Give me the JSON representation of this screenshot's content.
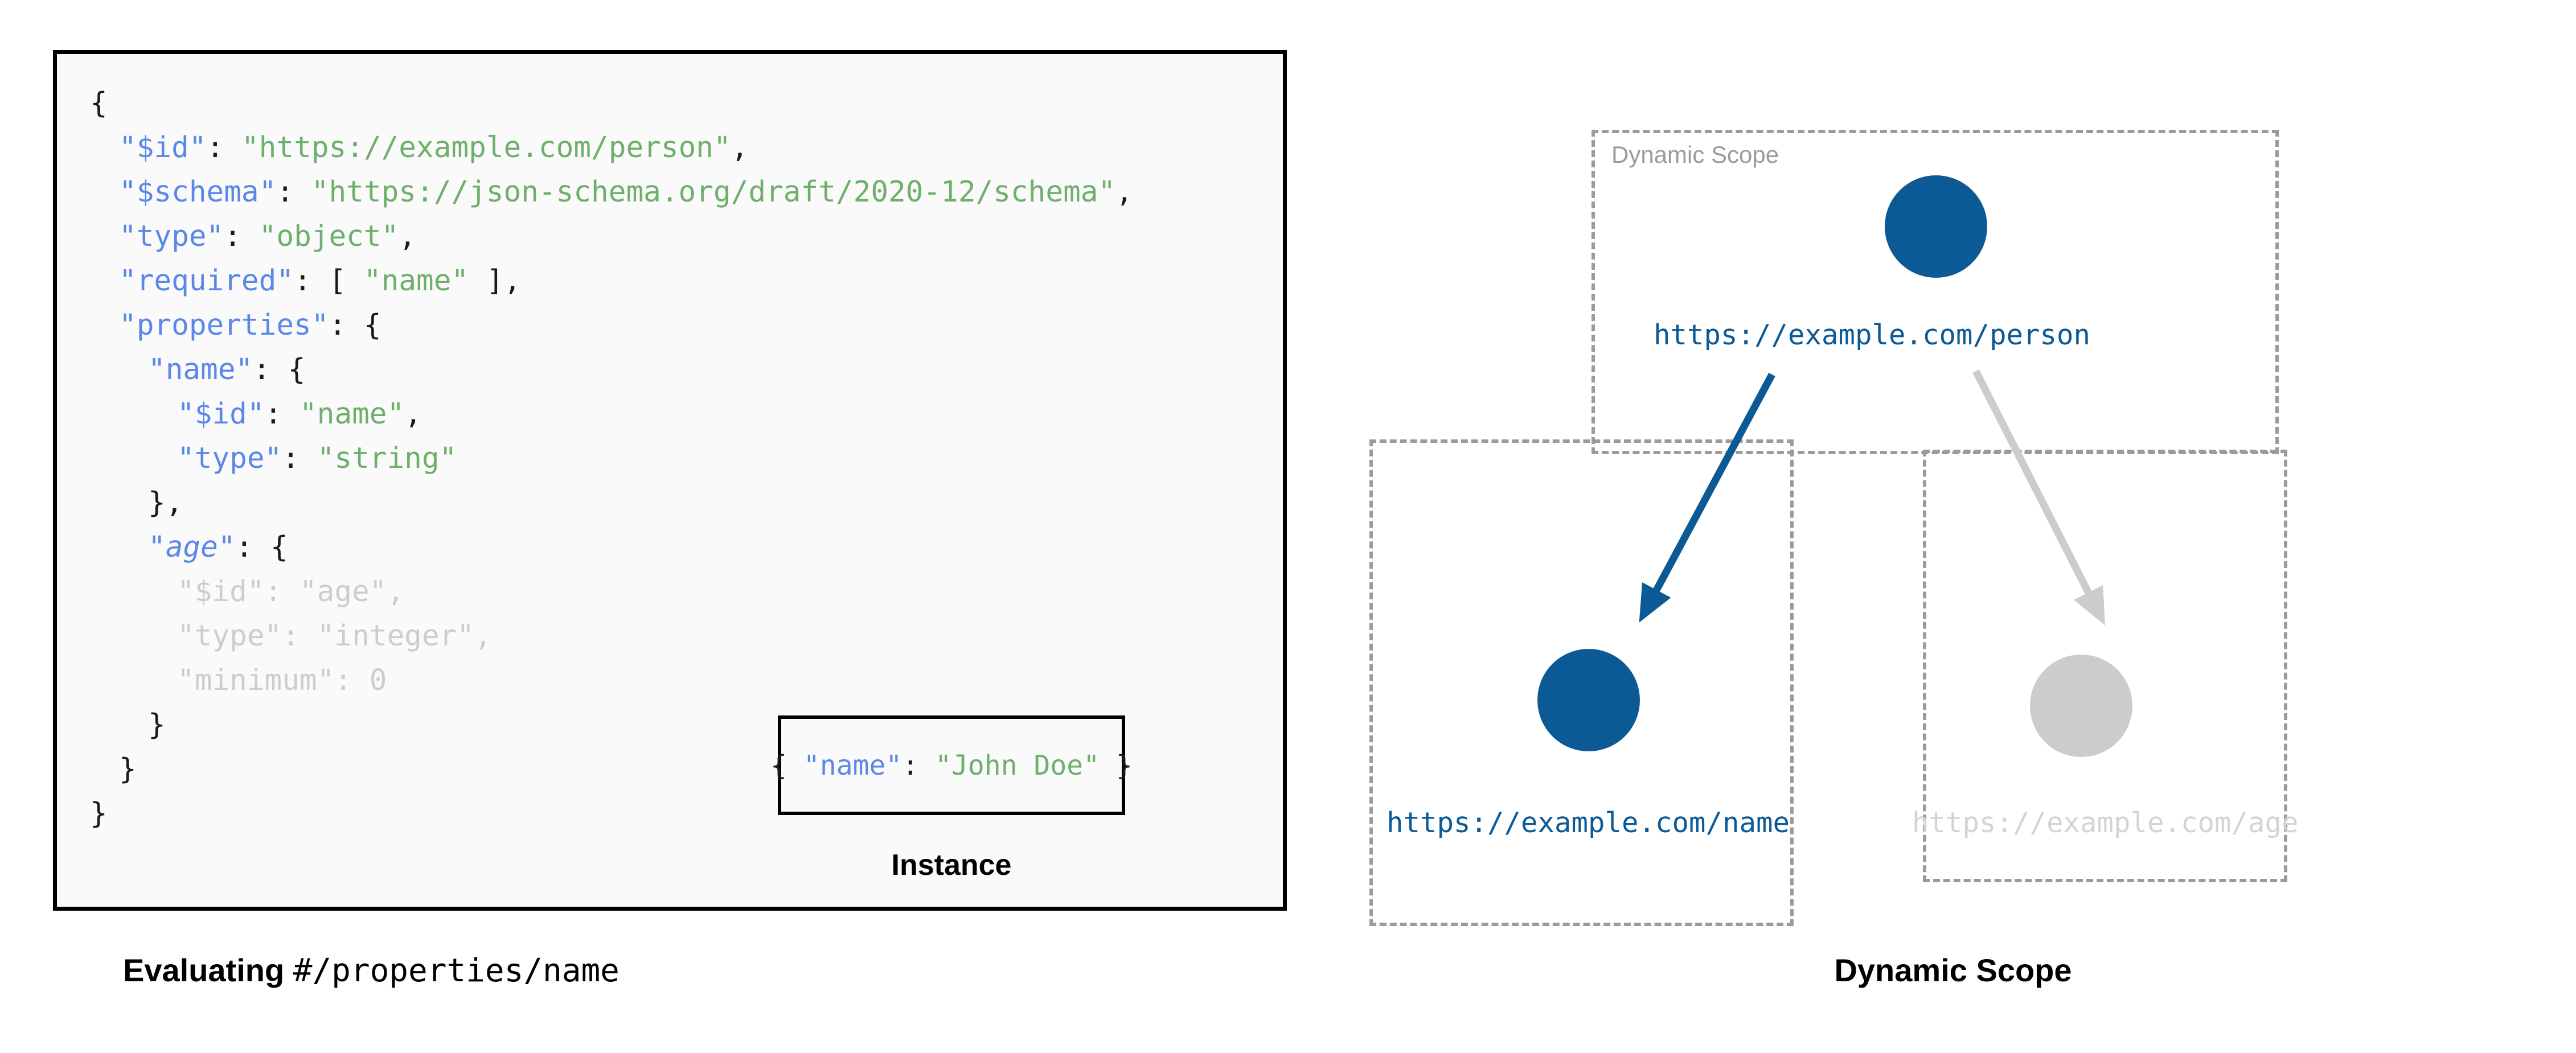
{
  "left": {
    "panel_name": "json-schema-code-panel",
    "code_lines": [
      {
        "indent": 0,
        "tokens": [
          {
            "t": "{",
            "c": "p"
          }
        ]
      },
      {
        "indent": 1,
        "tokens": [
          {
            "t": "\"$id\"",
            "c": "k"
          },
          {
            "t": ": ",
            "c": "p"
          },
          {
            "t": "\"https://example.com/person\"",
            "c": "s"
          },
          {
            "t": ",",
            "c": "p"
          }
        ]
      },
      {
        "indent": 1,
        "tokens": [
          {
            "t": "\"$schema\"",
            "c": "k"
          },
          {
            "t": ": ",
            "c": "p"
          },
          {
            "t": "\"https://json-schema.org/draft/2020-12/schema\"",
            "c": "s"
          },
          {
            "t": ",",
            "c": "p"
          }
        ]
      },
      {
        "indent": 1,
        "tokens": [
          {
            "t": "\"type\"",
            "c": "k"
          },
          {
            "t": ": ",
            "c": "p"
          },
          {
            "t": "\"object\"",
            "c": "s"
          },
          {
            "t": ",",
            "c": "p"
          }
        ]
      },
      {
        "indent": 1,
        "tokens": [
          {
            "t": "\"required\"",
            "c": "k"
          },
          {
            "t": ": [ ",
            "c": "p"
          },
          {
            "t": "\"name\"",
            "c": "s"
          },
          {
            "t": " ],",
            "c": "p"
          }
        ]
      },
      {
        "indent": 1,
        "tokens": [
          {
            "t": "\"properties\"",
            "c": "k"
          },
          {
            "t": ": {",
            "c": "p"
          }
        ]
      },
      {
        "indent": 2,
        "tokens": [
          {
            "t": "\"name\"",
            "c": "k"
          },
          {
            "t": ": {",
            "c": "p"
          }
        ]
      },
      {
        "indent": 3,
        "tokens": [
          {
            "t": "\"$id\"",
            "c": "k"
          },
          {
            "t": ": ",
            "c": "p"
          },
          {
            "t": "\"name\"",
            "c": "s"
          },
          {
            "t": ",",
            "c": "p"
          }
        ]
      },
      {
        "indent": 3,
        "tokens": [
          {
            "t": "\"type\"",
            "c": "k"
          },
          {
            "t": ": ",
            "c": "p"
          },
          {
            "t": "\"string\"",
            "c": "s"
          }
        ]
      },
      {
        "indent": 2,
        "tokens": [
          {
            "t": "},",
            "c": "p"
          }
        ]
      },
      {
        "indent": 2,
        "tokens": [
          {
            "t": "\"age\"",
            "c": "k-i"
          },
          {
            "t": ": {",
            "c": "p"
          }
        ]
      },
      {
        "indent": 3,
        "tokens": [
          {
            "t": "\"$id\"",
            "c": "dim-k"
          },
          {
            "t": ": ",
            "c": "dim"
          },
          {
            "t": "\"age\"",
            "c": "dim-s"
          },
          {
            "t": ",",
            "c": "dim"
          }
        ]
      },
      {
        "indent": 3,
        "tokens": [
          {
            "t": "\"type\"",
            "c": "dim-k"
          },
          {
            "t": ": ",
            "c": "dim"
          },
          {
            "t": "\"integer\"",
            "c": "dim-s"
          },
          {
            "t": ",",
            "c": "dim"
          }
        ]
      },
      {
        "indent": 3,
        "tokens": [
          {
            "t": "\"minimum\"",
            "c": "dim-k"
          },
          {
            "t": ": ",
            "c": "dim"
          },
          {
            "t": "0",
            "c": "dim-s"
          }
        ]
      },
      {
        "indent": 2,
        "tokens": [
          {
            "t": "}",
            "c": "p"
          }
        ]
      },
      {
        "indent": 1,
        "tokens": [
          {
            "t": "}",
            "c": "p"
          }
        ]
      },
      {
        "indent": 0,
        "tokens": [
          {
            "t": "}",
            "c": "p"
          }
        ]
      }
    ],
    "instance": {
      "tokens": [
        {
          "t": "{ ",
          "c": "p"
        },
        {
          "t": "\"name\"",
          "c": "k"
        },
        {
          "t": ": ",
          "c": "p"
        },
        {
          "t": "\"John Doe\"",
          "c": "s"
        },
        {
          "t": " }",
          "c": "p"
        }
      ],
      "caption": "Instance"
    },
    "caption_bold": "Evaluating",
    "caption_mono": "#/properties/name"
  },
  "right": {
    "panel_name": "dynamic-scope-diagram",
    "scope_label": "Dynamic Scope",
    "caption": "Dynamic Scope",
    "nodes": [
      {
        "id": "person",
        "label": "https://example.com/person",
        "state": "active",
        "color": "#0B5A96"
      },
      {
        "id": "name",
        "label": "https://example.com/name",
        "state": "active",
        "color": "#0B5A96"
      },
      {
        "id": "age",
        "label": "https://example.com/age",
        "state": "inactive",
        "color": "#CCCCCC"
      }
    ],
    "edges": [
      {
        "from": "person",
        "to": "name",
        "state": "active",
        "color": "#0B5A96"
      },
      {
        "from": "person",
        "to": "age",
        "state": "inactive",
        "color": "#CCCCCC"
      }
    ],
    "boxes": [
      {
        "id": "scope-top",
        "label": "Dynamic Scope"
      },
      {
        "id": "scope-left",
        "label": ""
      },
      {
        "id": "scope-right",
        "label": ""
      }
    ]
  },
  "colors": {
    "accent_blue": "#0B5A96",
    "inactive_grey": "#CCCCCC",
    "dashed_border": "#9B9B9B",
    "code_key": "#5B87E8",
    "code_string": "#6FAF6B",
    "panel_bg": "#FAFAFA"
  }
}
